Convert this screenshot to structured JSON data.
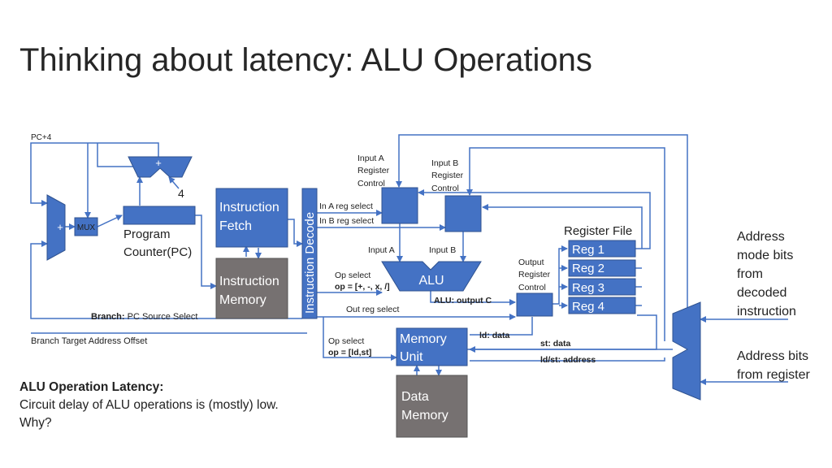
{
  "title": "Thinking about latency: ALU Operations",
  "diagram": {
    "pc4": "PC+4",
    "plus_top": "+",
    "four": "4",
    "plus_mux": "+",
    "mux": "MUX",
    "program_counter": [
      "Program",
      "Counter(PC)"
    ],
    "branch_bold": "Branch:",
    "branch_rest": " PC Source Select",
    "branch_offset": "Branch Target Address Offset",
    "instruction_fetch": [
      "Instruction",
      "Fetch"
    ],
    "instruction_memory": [
      "Instruction",
      "Memory"
    ],
    "instruction_decode": "Instruction Decode",
    "input_a_ctrl": [
      "Input A",
      "Register",
      "Control"
    ],
    "input_b_ctrl": [
      "Input B",
      "Register",
      "Control"
    ],
    "in_a_sel": "In A reg select",
    "in_b_sel": "In B reg select",
    "input_a": "Input A",
    "input_b": "Input B",
    "op_select": "Op select",
    "op_ops": "op = [+, -, x, /]",
    "alu": "ALU",
    "alu_out": "ALU: output C",
    "out_reg_sel": "Out reg select",
    "output_ctrl": [
      "Output",
      "Register",
      "Control"
    ],
    "register_file": "Register File",
    "regs": [
      "Reg 1",
      "Reg 2",
      "Reg 3",
      "Reg 4"
    ],
    "mem_op_select": "Op select",
    "mem_op": "op = [ld,st]",
    "memory_unit": [
      "Memory",
      "Unit"
    ],
    "ld_data": "ld: data",
    "st_data": "st: data",
    "ldst_addr": "ld/st: address",
    "data_memory": [
      "Data",
      "Memory"
    ],
    "addr_mode": [
      "Address",
      "mode bits",
      "from",
      "decoded",
      "instruction"
    ],
    "addr_reg": [
      "Address bits",
      "from register"
    ]
  },
  "note": {
    "heading": "ALU Operation Latency:",
    "line1": "Circuit delay of ALU operations is (mostly) low.",
    "line2": "Why?"
  },
  "colors": {
    "block": "#4472c4",
    "block_border": "#2f528f",
    "gray": "#767171",
    "line": "#4472c4"
  }
}
